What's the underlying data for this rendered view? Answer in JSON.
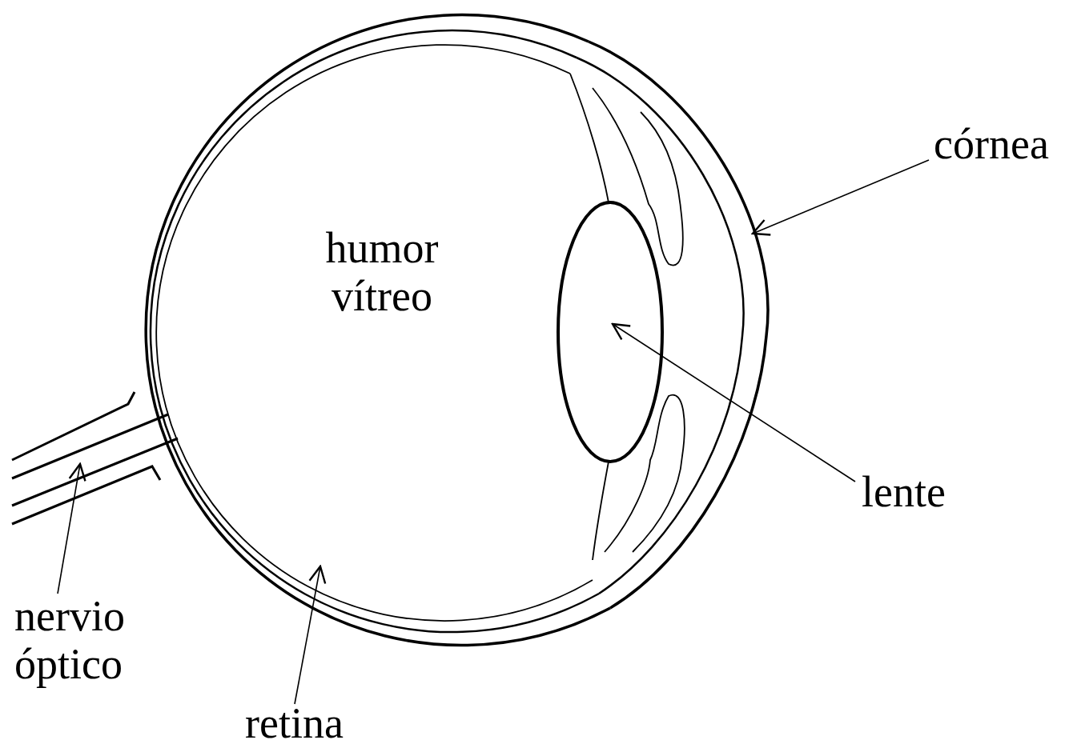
{
  "diagram": {
    "labels": [
      "córnea",
      "humor vítreo",
      "lente",
      "nervio óptico",
      "retina"
    ]
  }
}
